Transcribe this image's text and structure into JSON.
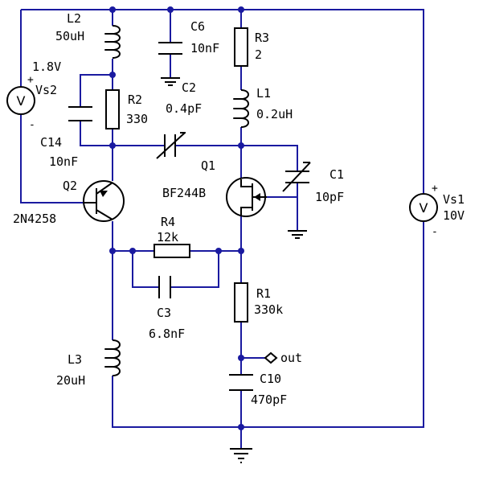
{
  "components": {
    "l2": {
      "ref": "L2",
      "value": "50uH"
    },
    "c6": {
      "ref": "C6",
      "value": "10nF"
    },
    "r3": {
      "ref": "R3",
      "value": "2"
    },
    "vs2": {
      "ref": "Vs2",
      "value": "1.8V",
      "symbol": "V"
    },
    "r2": {
      "ref": "R2",
      "value": "330"
    },
    "c2": {
      "ref": "C2",
      "value": "0.4pF"
    },
    "l1": {
      "ref": "L1",
      "value": "0.2uH"
    },
    "c14": {
      "ref": "C14",
      "value": "10nF"
    },
    "q1": {
      "ref": "Q1",
      "value": "BF244B"
    },
    "c1": {
      "ref": "C1",
      "value": "10pF"
    },
    "q2": {
      "ref": "Q2",
      "value": "2N4258"
    },
    "vs1": {
      "ref": "Vs1",
      "value": "10V",
      "symbol": "V"
    },
    "r4": {
      "ref": "R4",
      "value": "12k"
    },
    "c3": {
      "ref": "C3",
      "value": "6.8nF"
    },
    "r1": {
      "ref": "R1",
      "value": "330k"
    },
    "l3": {
      "ref": "L3",
      "value": "20uH"
    },
    "c10": {
      "ref": "C10",
      "value": "470pF"
    }
  },
  "ports": {
    "out": "out"
  },
  "polarity": {
    "plus": "+",
    "minus": "-"
  },
  "colors": {
    "wire": "#1a1aa0",
    "component": "#000000",
    "background": "#ffffff"
  }
}
